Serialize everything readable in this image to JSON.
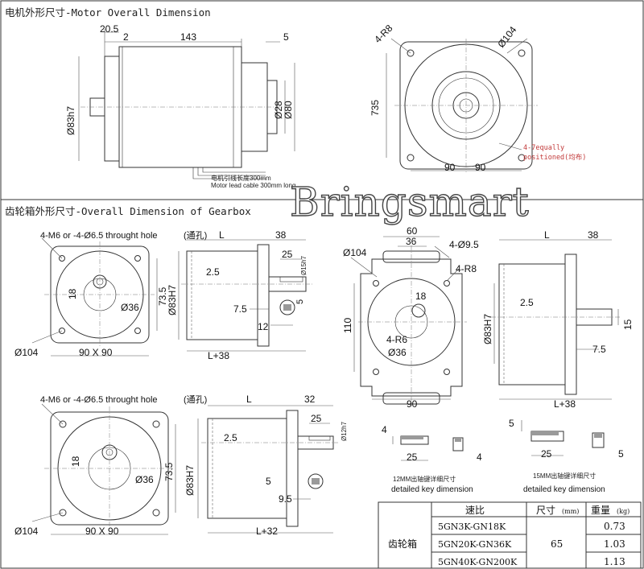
{
  "sections": {
    "motor_title": "电机外形尺寸-Motor Overall Dimension",
    "gearbox_title": "齿轮箱外形尺寸-Overall Dimension of Gearbox"
  },
  "watermark": "Bringsmart",
  "motor": {
    "dim_20_5": "20.5",
    "dim_2": "2",
    "dim_143": "143",
    "dim_5": "5",
    "dia_83": "Ø83h7",
    "dia_28": "Ø28",
    "dia_80": "Ø80",
    "r8": "4-R8",
    "dia_104": "Ø104",
    "h_735": "735",
    "w_90a": "90",
    "w_90b": "90",
    "equal_1": "4-7equally",
    "equal_2": "positioned(均布)",
    "cable_1": "电机引线长度300mm",
    "cable_2": "Motor lead cable 300mm long"
  },
  "gb1": {
    "hole_note": "4-M6 or -4-Ø6.5 throught hole",
    "hole_cn": "(通孔)",
    "L": "L",
    "d38": "38",
    "d25": "25",
    "d15h7": "Ø15h7",
    "d2_5": "2.5",
    "d83h7": "Ø83H7",
    "d18": "18",
    "d36": "Ø36",
    "d73_5": "73.5",
    "d7_5": "7.5",
    "d5": "5",
    "d12": "12",
    "d104": "Ø104",
    "d90x90": "90 X 90",
    "L38": "L+38"
  },
  "gb2": {
    "hole_note": "4-M6 or -4-Ø6.5 throught hole",
    "hole_cn": "(通孔)",
    "L": "L",
    "d32": "32",
    "d25": "25",
    "d12h7": "Ø12h7",
    "d2_5": "2.5",
    "d83h7": "Ø83H7",
    "d18": "18",
    "d36": "Ø36",
    "d73_5": "73.5",
    "d5": "5",
    "d9_5": "9.5",
    "d104": "Ø104",
    "d90x90": "90 X 90",
    "L32": "L+32"
  },
  "gb3": {
    "d104": "Ø104",
    "d60": "60",
    "d36": "36",
    "d4_95": "4-Ø9.5",
    "d4r8": "4-R8",
    "d18": "18",
    "d110": "110",
    "d4r6": "4-R6",
    "d36c": "Ø36",
    "d90": "90"
  },
  "gb4": {
    "L": "L",
    "d38": "38",
    "d2_5": "2.5",
    "d83h7": "Ø83H7",
    "d15": "15",
    "d7_5": "7.5",
    "L38": "L+38"
  },
  "key12": {
    "d4a": "4",
    "d25": "25",
    "d4b": "4",
    "cap_cn": "12MM出轴键详细尺寸",
    "cap_en": "detailed key dimension"
  },
  "key15": {
    "d5a": "5",
    "d25": "25",
    "d5b": "5",
    "cap_cn": "15MM出轴键详细尺寸",
    "cap_en": "detailed key dimension"
  },
  "table": {
    "h_ratio": "速比",
    "h_size": "尺寸",
    "h_size_unit": "(mm)",
    "h_weight": "重量",
    "h_weight_unit": "(kg)",
    "row_label": "齿轮箱",
    "size_value": "65",
    "rows": [
      {
        "ratio": "5GN3K-GN18K",
        "weight": "0.73"
      },
      {
        "ratio": "5GN20K-GN36K",
        "weight": "1.03"
      },
      {
        "ratio": "5GN40K-GN200K",
        "weight": "1.13"
      }
    ]
  }
}
